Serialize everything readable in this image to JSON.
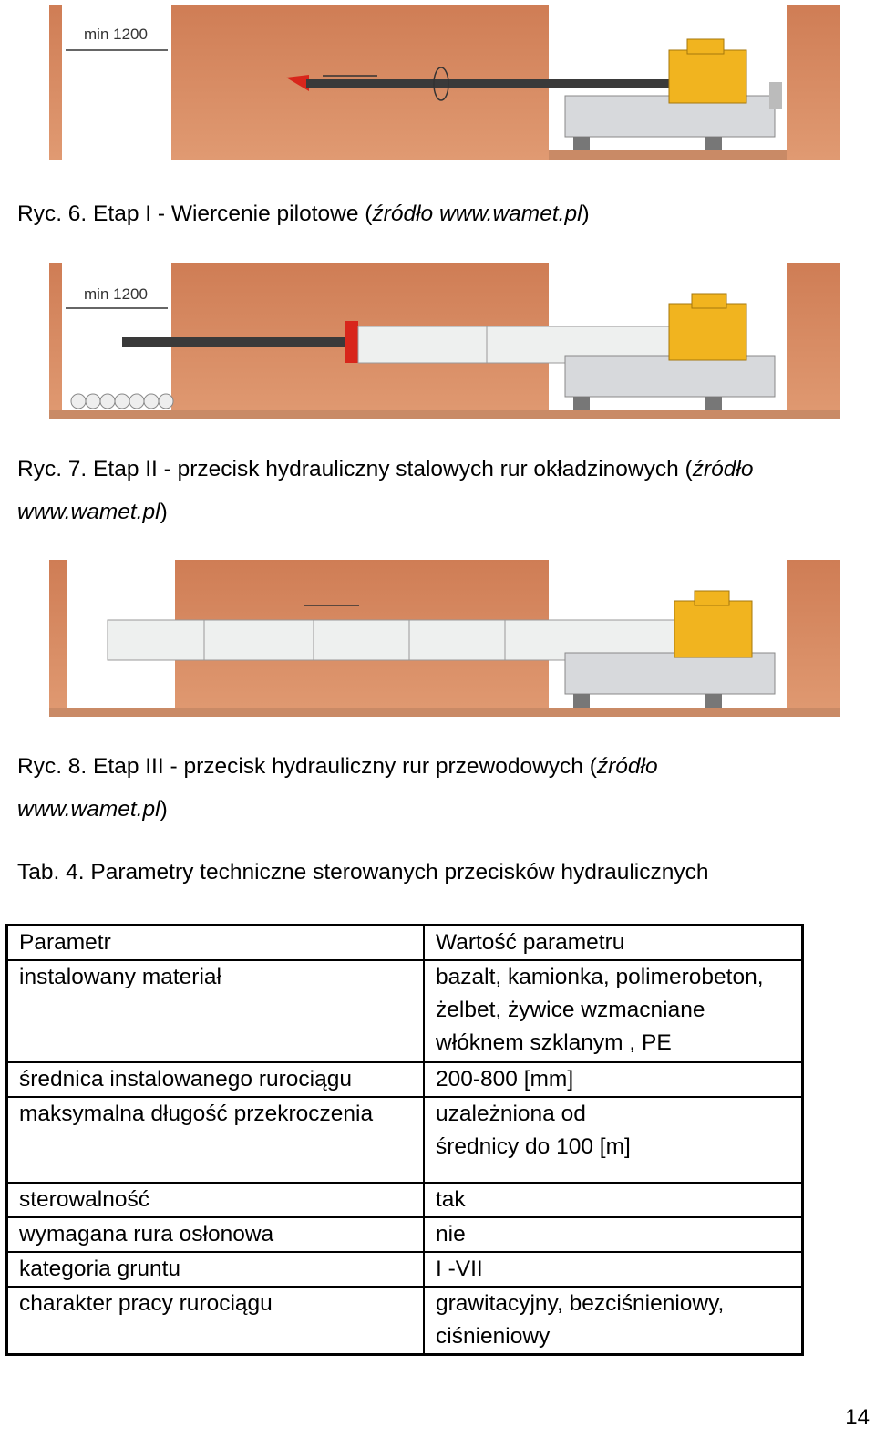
{
  "figures": [
    {
      "id": "ryc6",
      "measure_label": "min 1200",
      "caption": {
        "prefix": "Ryc. 6. Etap I - Wiercenie pilotowe (",
        "source_word": "źródło www.wamet.pl",
        "suffix": ")"
      }
    },
    {
      "id": "ryc7",
      "measure_label": "min 1200",
      "caption": {
        "prefix": "Ryc. 7. Etap II - przecisk hydrauliczny stalowych rur okładzinowych (",
        "source_word": "źródło",
        "line2_italic": "www.wamet.pl",
        "suffix": ")"
      }
    },
    {
      "id": "ryc8",
      "caption": {
        "prefix": "Ryc. 8. Etap III - przecisk hydrauliczny rur przewodowych (",
        "source_word": "źródło",
        "line2_italic": "www.wamet.pl",
        "suffix": ")"
      }
    }
  ],
  "table": {
    "caption": "Tab. 4. Parametry techniczne sterowanych przecisków hydraulicznych",
    "header": [
      "Parametr",
      "Wartość parametru"
    ],
    "rows": [
      {
        "param": "instalowany materiał",
        "value": "bazalt, kamionka, polimerobeton, żelbet, żywice wzmacniane włóknem szklanym , PE"
      },
      {
        "param": "średnica instalowanego rurociągu",
        "value": "200-800 [mm]"
      },
      {
        "param": "maksymalna długość przekroczenia",
        "value": "uzależniona od średnicy do 100 [m]"
      },
      {
        "param": "sterowalność",
        "value": "tak"
      },
      {
        "param": "wymagana rura osłonowa",
        "value": "nie"
      },
      {
        "param": "kategoria gruntu",
        "value": "I -VII"
      },
      {
        "param": "charakter pracy rurociągu",
        "value": "grawitacyjny, bezciśnieniowy, ciśnieniowy"
      }
    ]
  },
  "page_number": "14",
  "colors": {
    "soil": "#d9875f",
    "soil_dark": "#b8663f",
    "pit_floor": "#c98a66",
    "machine_yellow": "#f1b41f",
    "machine_grey": "#d7d9dc",
    "drill_rod": "#3a3a3a",
    "drill_head": "#d8261b",
    "pipe": "#eef0ef"
  }
}
